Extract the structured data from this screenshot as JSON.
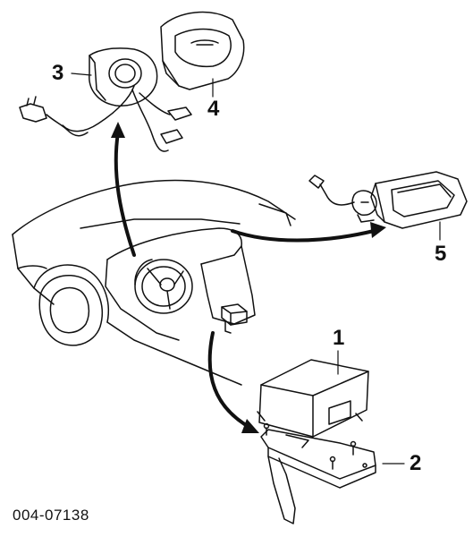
{
  "callouts": {
    "c1": "1",
    "c2": "2",
    "c3": "3",
    "c4": "4",
    "c5": "5"
  },
  "part_number": "004-07138",
  "components": [
    {
      "callout": "1",
      "icon": "control-module-icon"
    },
    {
      "callout": "2",
      "icon": "mounting-bracket-icon"
    },
    {
      "callout": "3",
      "icon": "clockspring-icon"
    },
    {
      "callout": "4",
      "icon": "steering-wheel-cover-icon"
    },
    {
      "callout": "5",
      "icon": "passenger-airbag-module-icon"
    }
  ],
  "colors": {
    "line": "#111111",
    "background": "#ffffff"
  }
}
